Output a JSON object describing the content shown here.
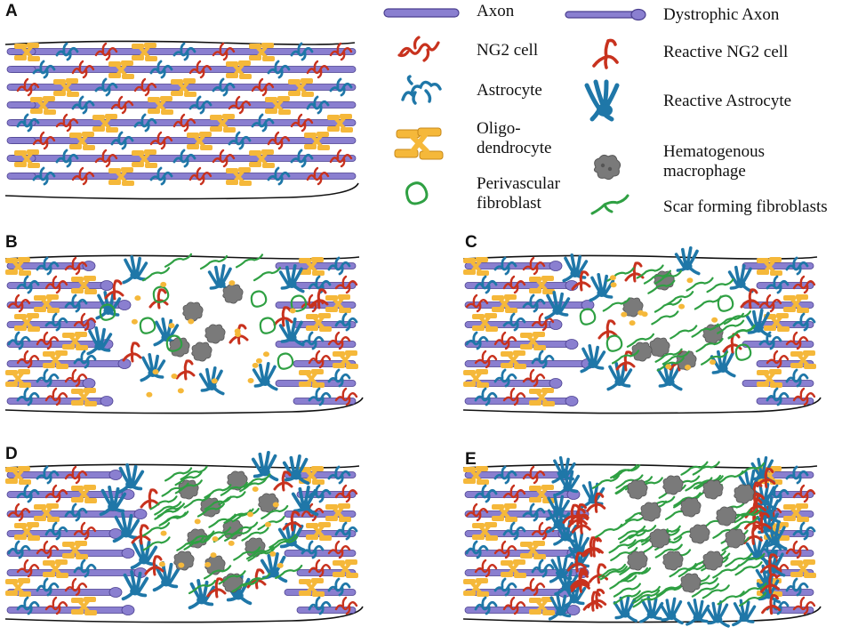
{
  "panels": [
    {
      "letter": "A"
    },
    {
      "letter": "B"
    },
    {
      "letter": "C"
    },
    {
      "letter": "D"
    },
    {
      "letter": "E"
    }
  ],
  "legend": {
    "left": [
      {
        "label": "Axon",
        "icon": "axon-icon"
      },
      {
        "label": "NG2 cell",
        "icon": "ng2-cell-icon"
      },
      {
        "label": "Astrocyte",
        "icon": "astrocyte-icon"
      },
      {
        "label": "Oligo-\ndendrocyte",
        "icon": "oligodendrocyte-icon"
      },
      {
        "label": "Perivascular\nfibroblast",
        "icon": "perivascular-fibroblast-icon"
      }
    ],
    "right": [
      {
        "label": "Dystrophic Axon",
        "icon": "dystrophic-axon-icon"
      },
      {
        "label": "Reactive NG2 cell",
        "icon": "reactive-ng2-cell-icon"
      },
      {
        "label": "Reactive Astrocyte",
        "icon": "reactive-astrocyte-icon"
      },
      {
        "label": "Hematogenous\nmacrophage",
        "icon": "hematogenous-macrophage-icon"
      },
      {
        "label": "Scar forming fibroblasts",
        "icon": "scar-forming-fibroblast-icon"
      }
    ]
  },
  "colors": {
    "axon": "#8a7fd0",
    "axon_stroke": "#4a3f8f",
    "ng2": "#c8321e",
    "astrocyte": "#1f77a8",
    "oligodendrocyte": "#f5b83a",
    "oligodendrocyte_stroke": "#c7891a",
    "fibroblast": "#2fa043",
    "macrophage": "#7a7a7a",
    "outline": "#111111"
  }
}
